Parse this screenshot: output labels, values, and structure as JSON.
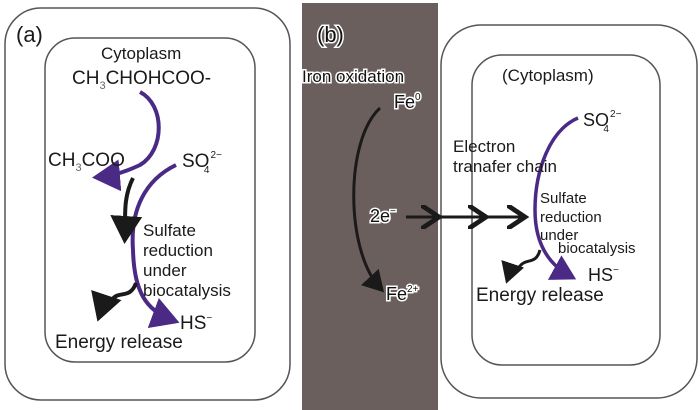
{
  "colors": {
    "purple": "#4b2a85",
    "black": "#1a1a1a",
    "iron": "#6a5f5c",
    "box": "#555555"
  },
  "panel_a": {
    "label": "(a)",
    "cytoplasm": "Cytoplasm",
    "lactate": {
      "main1": "CH",
      "sub": "3",
      "main2": "CHOHCOO-"
    },
    "acetate": {
      "main1": "CH",
      "sub": "3",
      "main2": "COO"
    },
    "sulfate": {
      "main": "SO",
      "sup": "2−",
      "sub": "4"
    },
    "process": [
      "Sulfate",
      "reduction",
      "under",
      "biocatalysis"
    ],
    "sulfide": {
      "main": "HS",
      "sup": "−"
    },
    "energy": "Energy release"
  },
  "panel_b": {
    "label": "(b)",
    "iron_oxidation": "Iron oxidation",
    "fe0": {
      "main": "Fe",
      "sup": "0"
    },
    "electrons": {
      "main": "2e",
      "sup": "−"
    },
    "fe2": {
      "main": "Fe",
      "sup": "2+"
    },
    "cytoplasm": "(Cytoplasm)",
    "chain": [
      "Electron",
      "tranafer chain"
    ],
    "sulfate": {
      "main": "SO",
      "sup": "2−",
      "sub": "4"
    },
    "process": [
      "Sulfate",
      "reduction",
      "under",
      "biocatalysis"
    ],
    "sulfide": {
      "main": "HS",
      "sup": "−"
    },
    "energy": "Energy release"
  }
}
